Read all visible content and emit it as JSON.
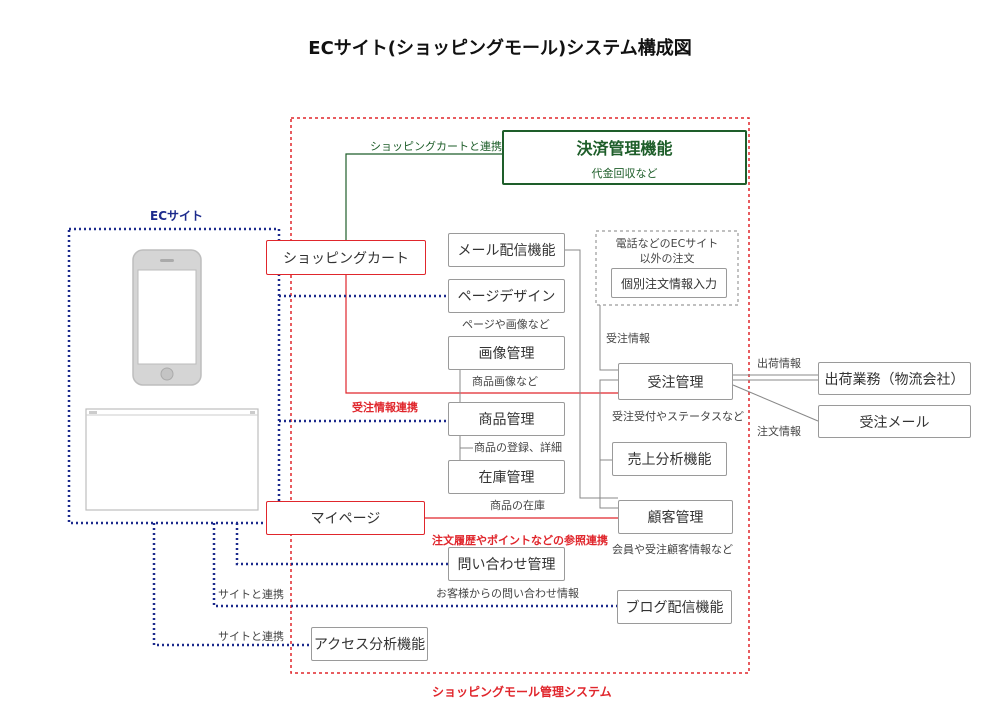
{
  "title": "ECサイト(ショッピングモール)システム構成図",
  "ec_site": {
    "label": "ECサイト"
  },
  "mall_system": {
    "label": "ショッピングモール管理システム"
  },
  "settlement": {
    "title": "決済管理機能",
    "subtitle": "代金回収など",
    "link_label": "ショッピングカートと連携"
  },
  "boxes": {
    "cart": "ショッピングカート",
    "mail": "メール配信機能",
    "page_design": "ページデザイン",
    "image_mgmt": "画像管理",
    "product_mgmt": "商品管理",
    "stock_mgmt": "在庫管理",
    "mypage": "マイページ",
    "inquiry": "問い合わせ管理",
    "blog": "ブログ配信機能",
    "access": "アクセス分析機能",
    "individual_order": "個別注文情報入力",
    "order_mgmt": "受注管理",
    "sales": "売上分析機能",
    "customer": "顧客管理",
    "shipping": "出荷業務（物流会社）",
    "order_mail": "受注メール"
  },
  "notes": {
    "phone_orders": "電話などのECサイト\n以外の注文",
    "page_sub": "ページや画像など",
    "image_sub": "商品画像など",
    "order_link": "受注情報連携",
    "product_sub": "商品の登録、詳細",
    "stock_sub": "商品の在庫",
    "mypage_link": "注文履歴やポイントなどの参照連携",
    "inquiry_sub": "お客様からの問い合わせ情報",
    "blog_link": "サイトと連携",
    "access_link": "サイトと連携",
    "order_info": "受注情報",
    "order_sub": "受注受付やステータスなど",
    "customer_sub": "会員や受注顧客情報など",
    "shipping_info": "出荷情報",
    "order_mail_info": "注文情報"
  },
  "colors": {
    "red": "#e0262c",
    "navy": "#1c2a8c",
    "green": "#1e5e2a",
    "gray": "#9a9a9a"
  }
}
